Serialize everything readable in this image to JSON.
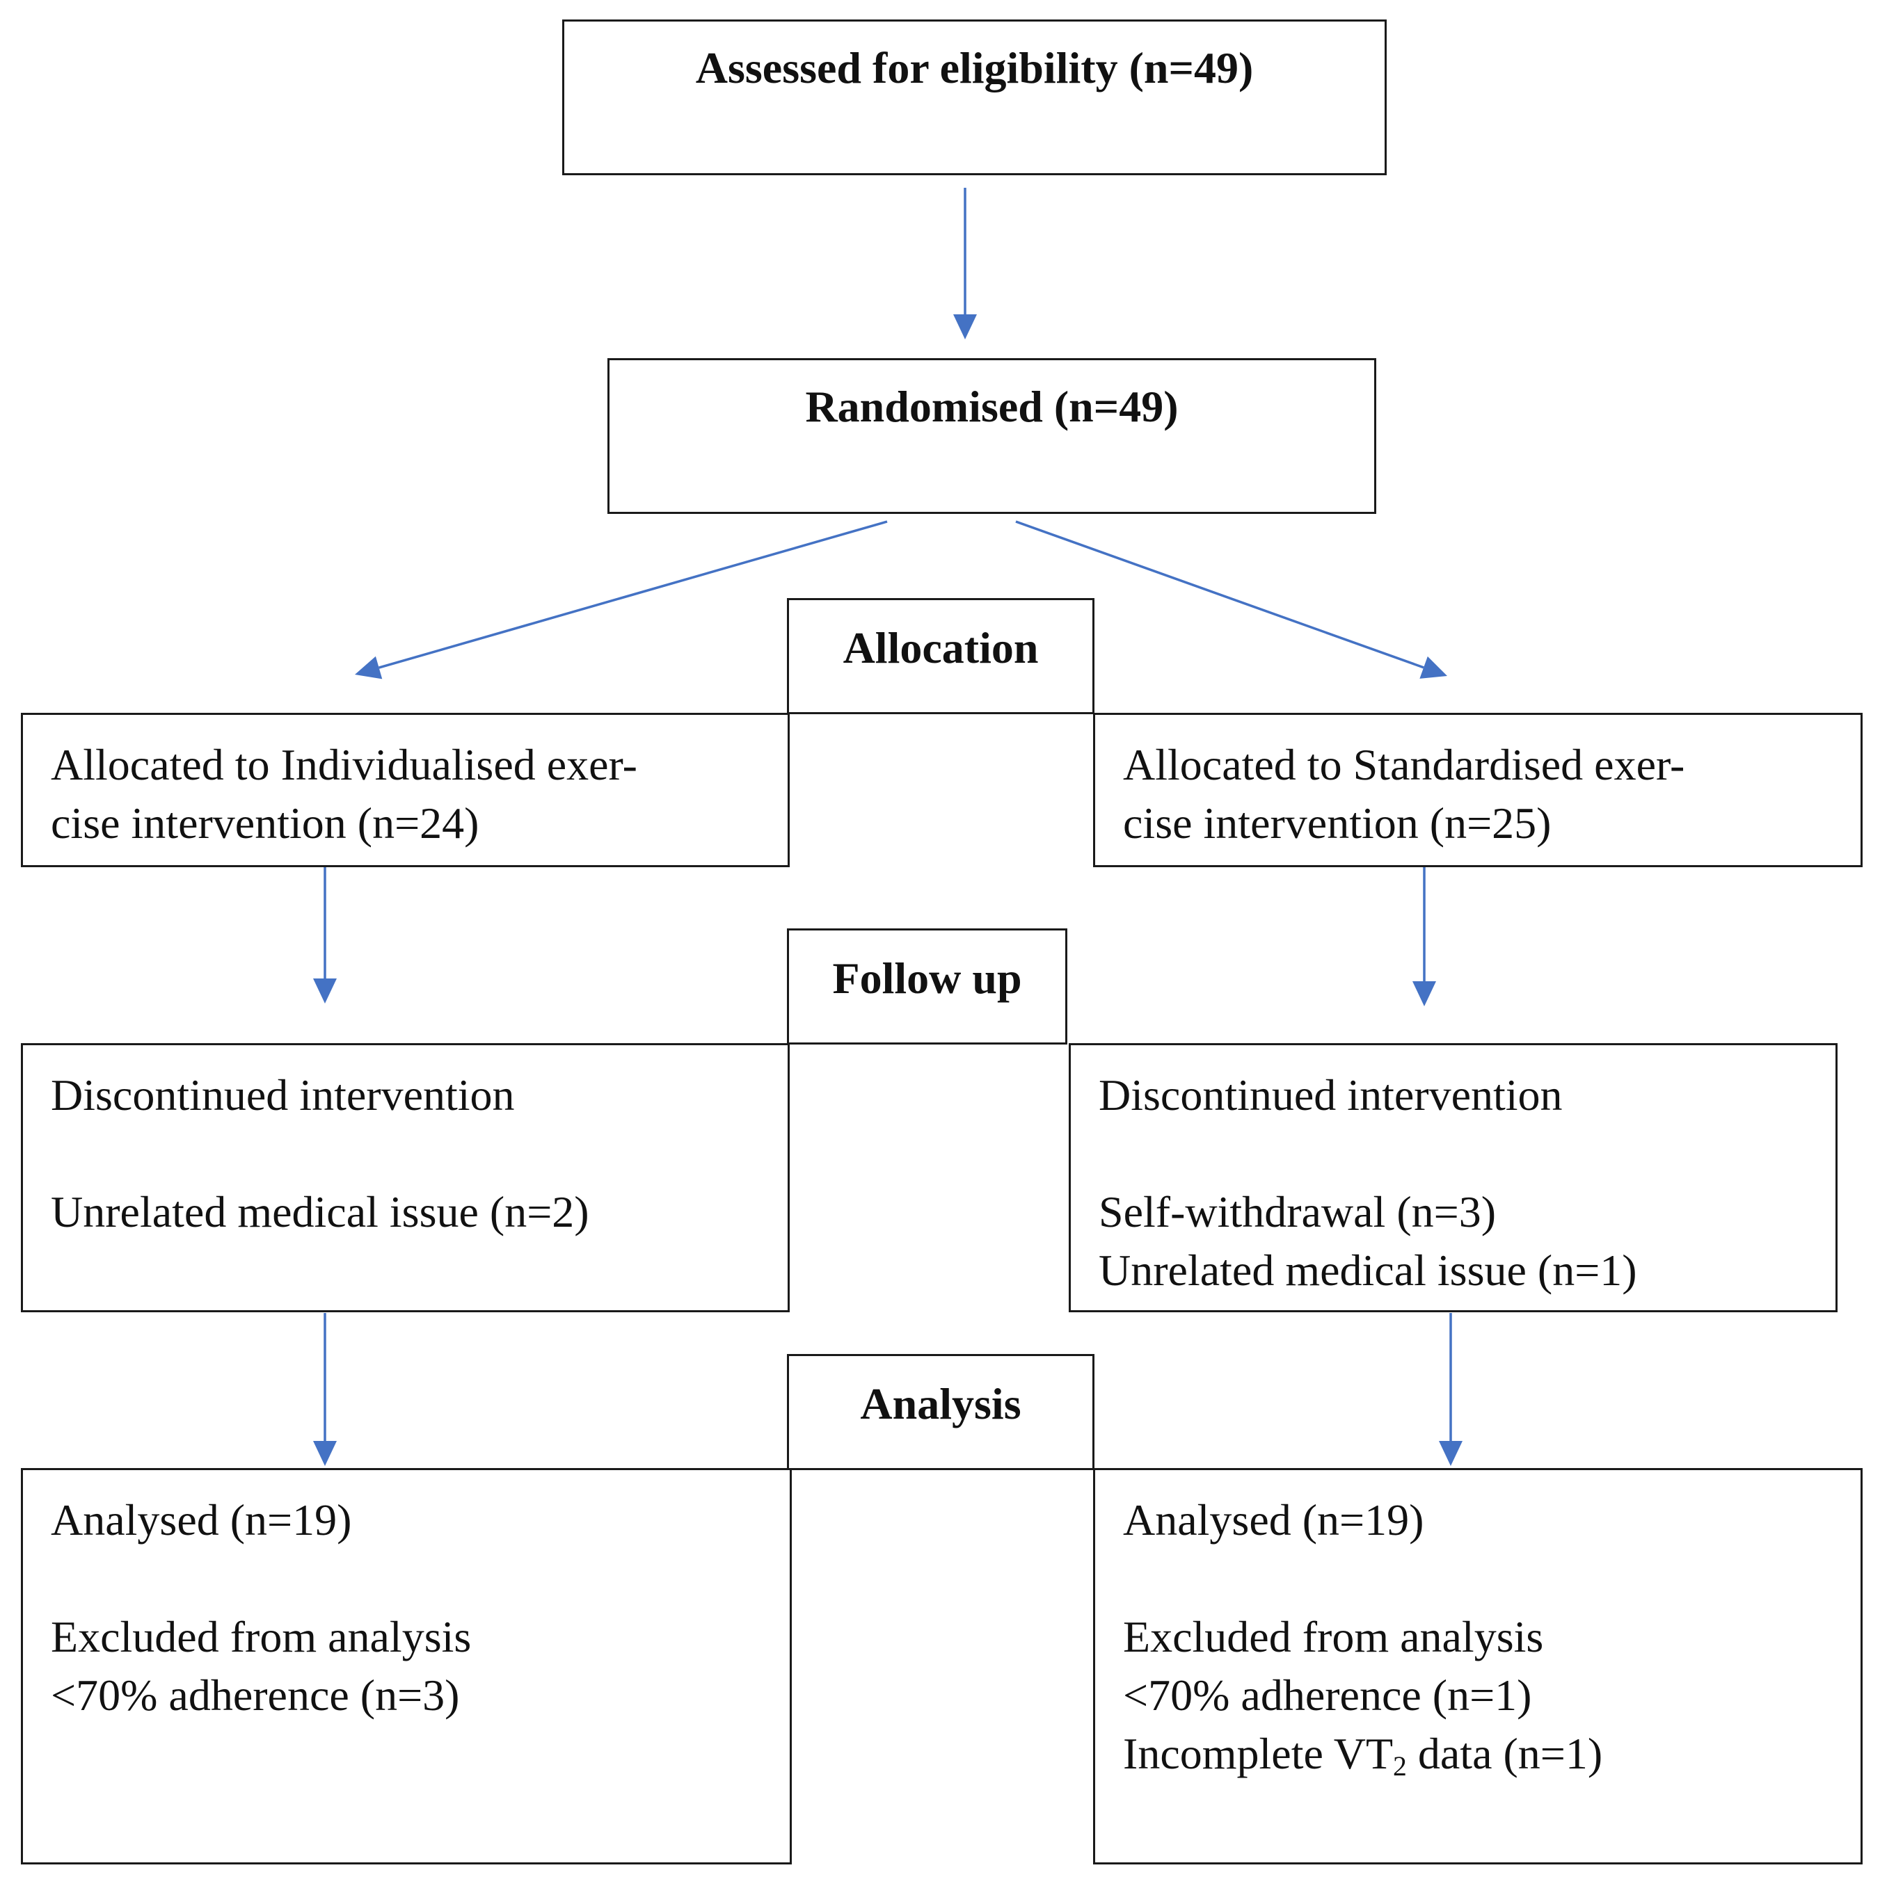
{
  "enrollment": {
    "assessed": "Assessed for eligibility (n=49)",
    "randomised": "Randomised (n=49)"
  },
  "stages": {
    "allocation": "Allocation",
    "follow_up": "Follow up",
    "analysis": "Analysis"
  },
  "left": {
    "allocated_line1": "Allocated to Individualised exer-",
    "allocated_line2": "cise intervention (n=24)",
    "discontinued": "Discontinued intervention",
    "discontinued_reason1": "Unrelated medical issue (n=2)",
    "analysed": "Analysed (n=19)",
    "excluded": "Excluded from analysis",
    "excluded_reason1": "<70% adherence (n=3)"
  },
  "right": {
    "allocated_line1": "Allocated to Standardised exer-",
    "allocated_line2": "cise intervention (n=25)",
    "discontinued": "Discontinued intervention",
    "discontinued_reason1": "Self-withdrawal (n=3)",
    "discontinued_reason2": "Unrelated medical issue (n=1)",
    "analysed": "Analysed (n=19)",
    "excluded": "Excluded from analysis",
    "excluded_reason1": "<70% adherence (n=1)",
    "excluded_reason2_prefix": "Incomplete VT",
    "excluded_reason2_sub": "2",
    "excluded_reason2_suffix": " data (n=1)"
  },
  "colors": {
    "arrow": "#4472C4",
    "border": "#1a1a1a",
    "text": "#111111"
  }
}
